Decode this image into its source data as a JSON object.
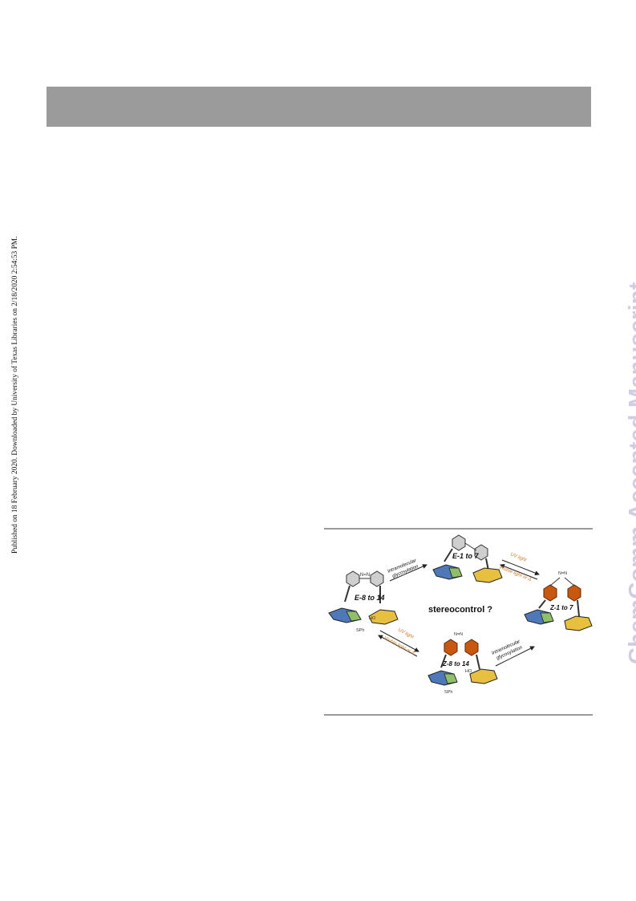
{
  "sidebar": {
    "published_note": "Published on 18 February 2020. Downloaded by University of Texas Libraries on 2/18/2020 2:54:53 PM.",
    "watermark": "ChemComm Accepted Manuscript"
  },
  "graphic": {
    "label_e1": "E-1 to 7",
    "label_e8": "E-8 to 14",
    "label_z1": "Z-1 to 7",
    "label_z8": "Z-8 to 14",
    "center_text": "stereocontrol ?",
    "arrow_top_left_1": "Intramolecular",
    "arrow_top_left_2": "glycosylation",
    "arrow_bottom_right_1": "Intramolecular",
    "arrow_bottom_right_2": "glycosylation",
    "uv_top": "UV light",
    "vis_top": "Visible light or Δ",
    "uv_bottom": "UV light",
    "vis_bottom": "Visible light or Δ",
    "sph_left": "SPh",
    "sph_bottom": "SPh",
    "ho_left": "HO",
    "ho_bottom": "HO",
    "n_eq_n": "N=N",
    "n_eq_n_z": "N=N"
  },
  "colors": {
    "header_bar": "#9b9b9b",
    "watermark": "#cfcde6",
    "orange": "#c8580f",
    "light_orange_text": "#d07a2b",
    "blue_ring": "#4f78b8",
    "green_ring": "#8fbf6a",
    "yellow_ring": "#e8c040"
  }
}
